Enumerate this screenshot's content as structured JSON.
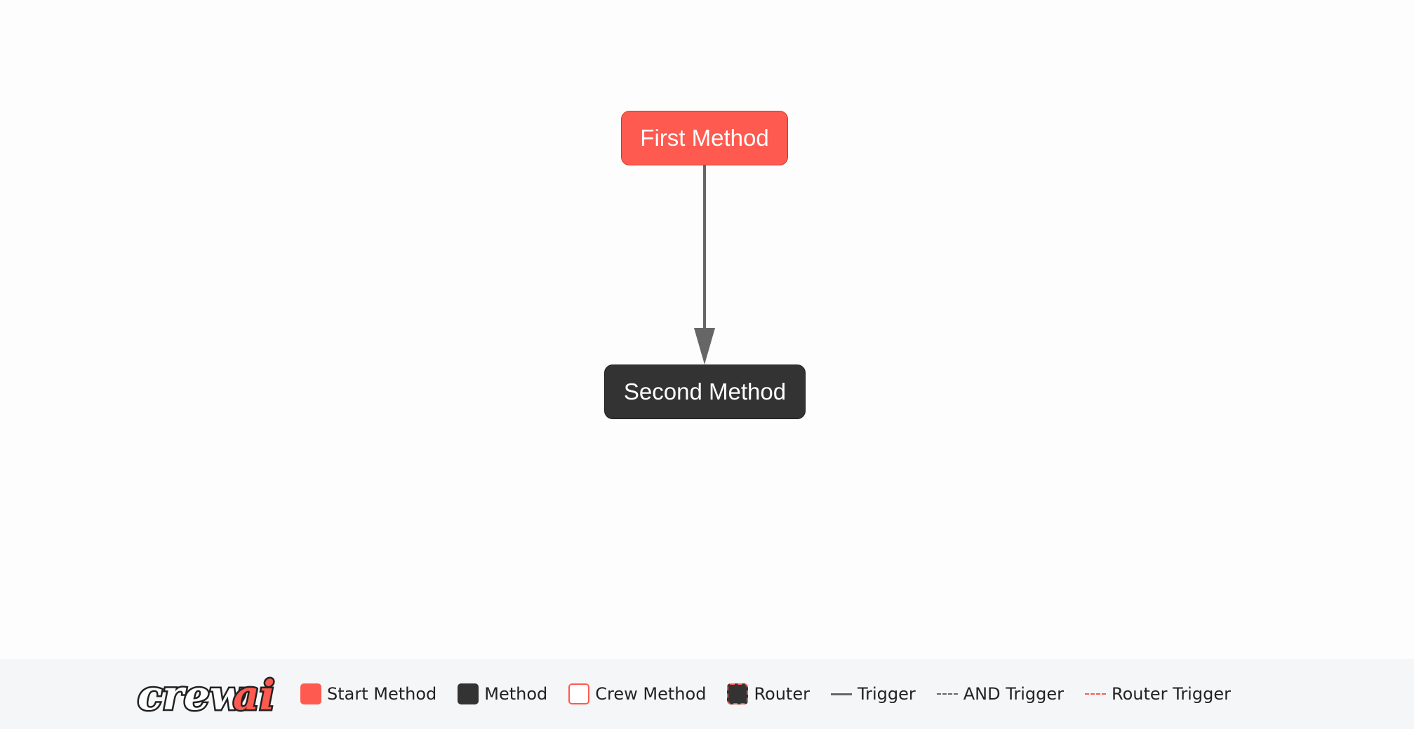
{
  "flow": {
    "nodes": [
      {
        "id": "first_method",
        "label": "First Method",
        "kind": "start"
      },
      {
        "id": "second_method",
        "label": "Second Method",
        "kind": "method"
      }
    ],
    "edges": [
      {
        "from": "first_method",
        "to": "second_method",
        "kind": "trigger"
      }
    ]
  },
  "legend": {
    "logo_text": "crewai",
    "items": [
      {
        "label": "Start Method",
        "icon": "start-swatch"
      },
      {
        "label": "Method",
        "icon": "method-swatch"
      },
      {
        "label": "Crew Method",
        "icon": "crew-swatch"
      },
      {
        "label": "Router",
        "icon": "router-swatch"
      },
      {
        "label": "Trigger",
        "icon": "solid-line"
      },
      {
        "label": "AND Trigger",
        "icon": "dashed-gray-line"
      },
      {
        "label": "Router Trigger",
        "icon": "dashed-red-line"
      }
    ]
  },
  "colors": {
    "start": "#ff5a50",
    "method": "#333333",
    "edge": "#666666",
    "legend_bg": "#f5f6f7"
  }
}
